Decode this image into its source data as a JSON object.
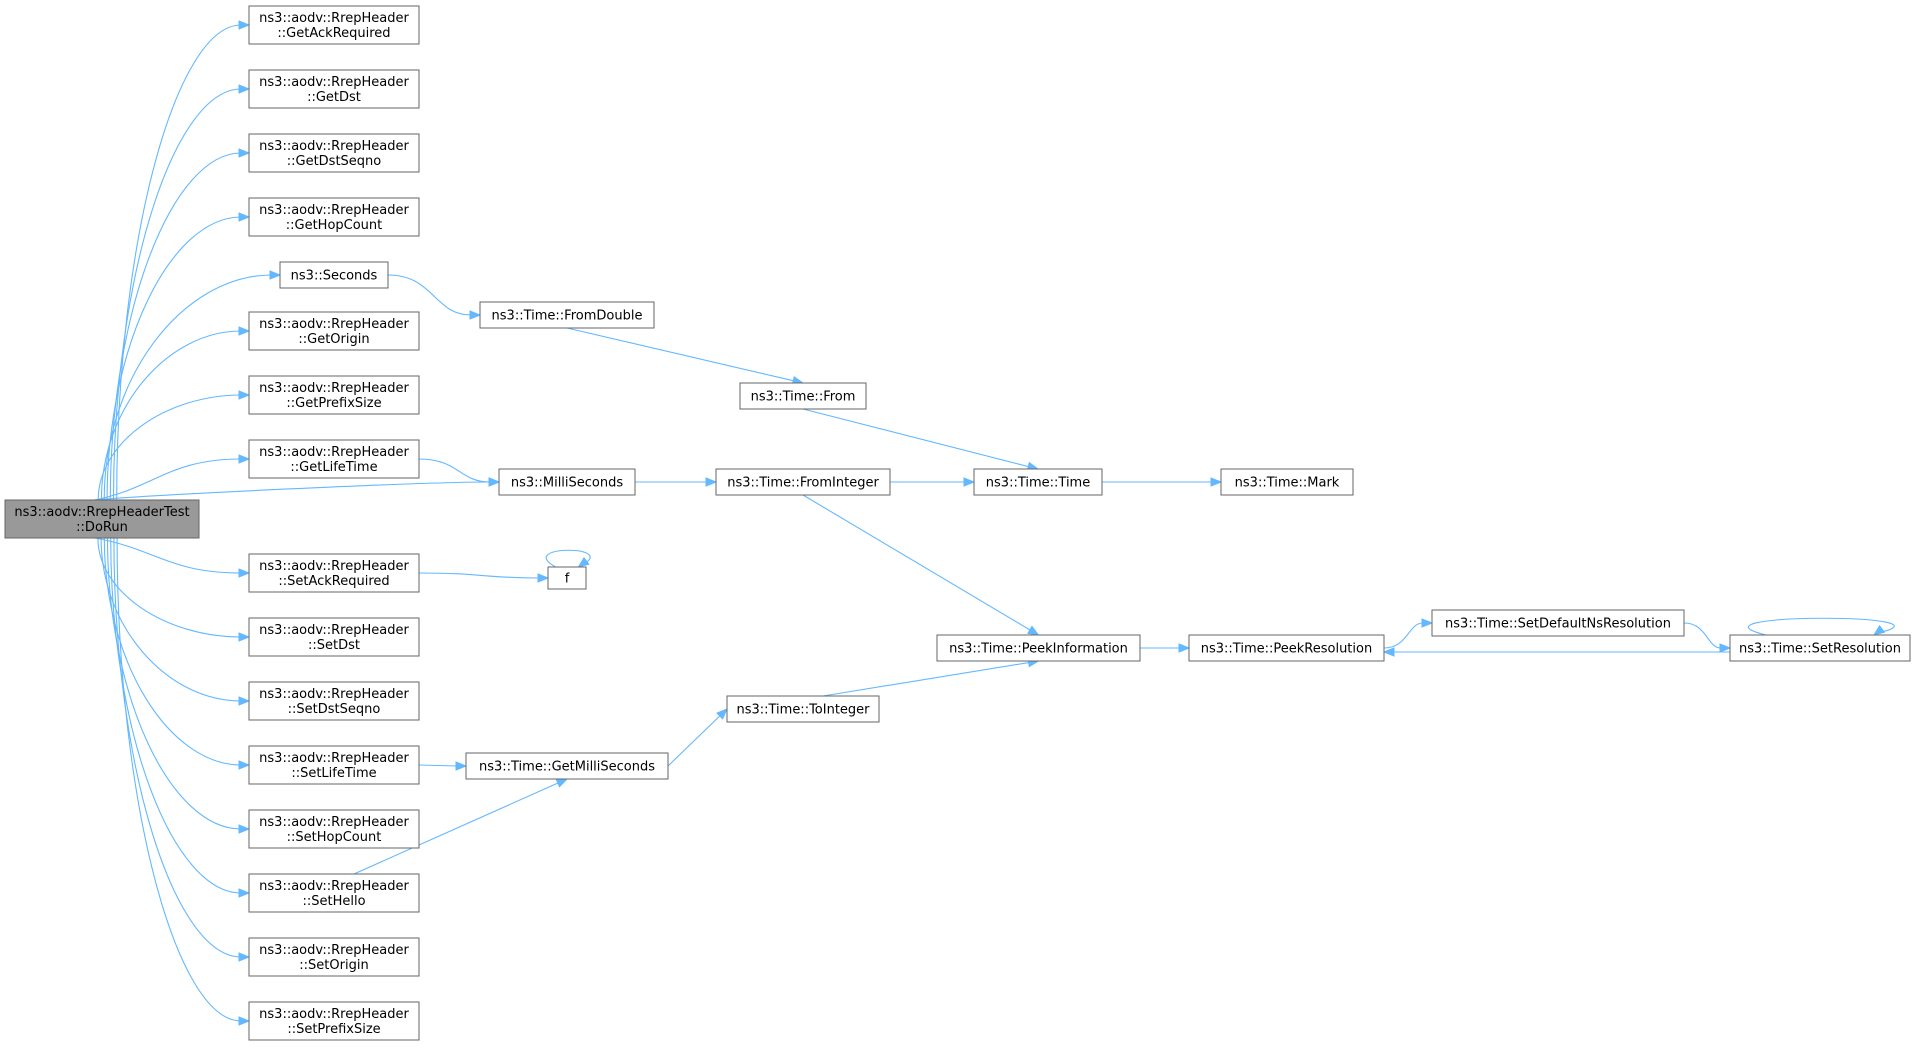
{
  "graph": {
    "nodes": {
      "root": [
        "ns3::aodv::RrepHeaderTest",
        "::DoRun"
      ],
      "getAck": [
        "ns3::aodv::RrepHeader",
        "::GetAckRequired"
      ],
      "getDst": [
        "ns3::aodv::RrepHeader",
        "::GetDst"
      ],
      "getDstSeq": [
        "ns3::aodv::RrepHeader",
        "::GetDstSeqno"
      ],
      "getHop": [
        "ns3::aodv::RrepHeader",
        "::GetHopCount"
      ],
      "seconds": [
        "ns3::Seconds"
      ],
      "getOrigin": [
        "ns3::aodv::RrepHeader",
        "::GetOrigin"
      ],
      "getPrefix": [
        "ns3::aodv::RrepHeader",
        "::GetPrefixSize"
      ],
      "getLife": [
        "ns3::aodv::RrepHeader",
        "::GetLifeTime"
      ],
      "setAck": [
        "ns3::aodv::RrepHeader",
        "::SetAckRequired"
      ],
      "setDst": [
        "ns3::aodv::RrepHeader",
        "::SetDst"
      ],
      "setDstSeq": [
        "ns3::aodv::RrepHeader",
        "::SetDstSeqno"
      ],
      "setLife": [
        "ns3::aodv::RrepHeader",
        "::SetLifeTime"
      ],
      "setHop": [
        "ns3::aodv::RrepHeader",
        "::SetHopCount"
      ],
      "setHello": [
        "ns3::aodv::RrepHeader",
        "::SetHello"
      ],
      "setOrigin": [
        "ns3::aodv::RrepHeader",
        "::SetOrigin"
      ],
      "setPrefix": [
        "ns3::aodv::RrepHeader",
        "::SetPrefixSize"
      ],
      "fromDouble": [
        "ns3::Time::FromDouble"
      ],
      "milli": [
        "ns3::MilliSeconds"
      ],
      "f": [
        "f"
      ],
      "getMilli": [
        "ns3::Time::GetMilliSeconds"
      ],
      "from": [
        "ns3::Time::From"
      ],
      "fromInt": [
        "ns3::Time::FromInteger"
      ],
      "toInt": [
        "ns3::Time::ToInteger"
      ],
      "time": [
        "ns3::Time::Time"
      ],
      "peekInfo": [
        "ns3::Time::PeekInformation"
      ],
      "mark": [
        "ns3::Time::Mark"
      ],
      "peekRes": [
        "ns3::Time::PeekResolution"
      ],
      "setDefault": [
        "ns3::Time::SetDefaultNsResolution"
      ],
      "setRes": [
        "ns3::Time::SetResolution"
      ]
    },
    "edges": [
      [
        "root",
        "getAck"
      ],
      [
        "root",
        "getDst"
      ],
      [
        "root",
        "getDstSeq"
      ],
      [
        "root",
        "getHop"
      ],
      [
        "root",
        "seconds"
      ],
      [
        "root",
        "getOrigin"
      ],
      [
        "root",
        "getPrefix"
      ],
      [
        "root",
        "getLife"
      ],
      [
        "root",
        "milli"
      ],
      [
        "root",
        "setAck"
      ],
      [
        "root",
        "setDst"
      ],
      [
        "root",
        "setDstSeq"
      ],
      [
        "root",
        "setLife"
      ],
      [
        "root",
        "setHop"
      ],
      [
        "root",
        "setHello"
      ],
      [
        "root",
        "setOrigin"
      ],
      [
        "root",
        "setPrefix"
      ],
      [
        "seconds",
        "fromDouble"
      ],
      [
        "fromDouble",
        "from"
      ],
      [
        "from",
        "time"
      ],
      [
        "getLife",
        "milli"
      ],
      [
        "milli",
        "fromInt"
      ],
      [
        "fromInt",
        "time"
      ],
      [
        "fromInt",
        "peekInfo"
      ],
      [
        "time",
        "mark"
      ],
      [
        "setAck",
        "f"
      ],
      [
        "f",
        "f"
      ],
      [
        "setLife",
        "getMilli"
      ],
      [
        "setHello",
        "getMilli"
      ],
      [
        "getMilli",
        "toInt"
      ],
      [
        "toInt",
        "peekInfo"
      ],
      [
        "peekInfo",
        "peekRes"
      ],
      [
        "peekRes",
        "setDefault"
      ],
      [
        "setDefault",
        "setRes"
      ],
      [
        "setRes",
        "peekRes"
      ],
      [
        "setRes",
        "setRes"
      ]
    ],
    "colors": {
      "edge": "#63b8ff",
      "node_border": "#666666",
      "root_fill": "#999999",
      "node_fill": "#ffffff"
    }
  }
}
